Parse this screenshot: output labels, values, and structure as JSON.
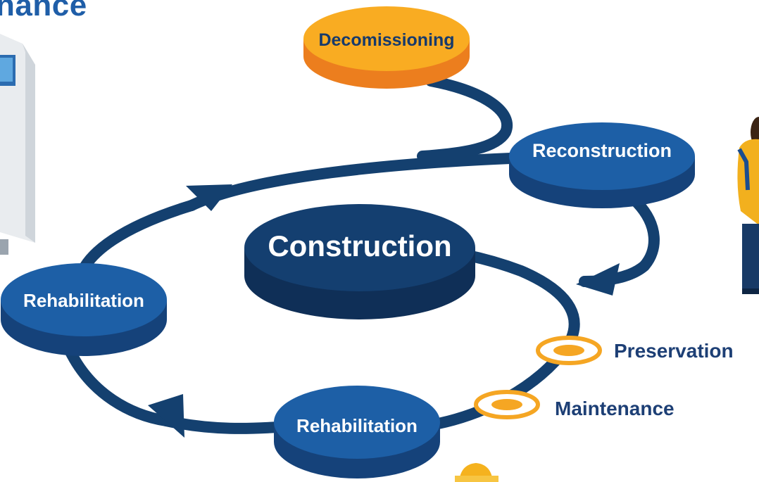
{
  "title_fragment": "nance",
  "nodes": {
    "decommissioning": "Decomissioning",
    "reconstruction": "Reconstruction",
    "construction": "Construction",
    "rehabilitation_left": "Rehabilitation",
    "rehabilitation_bottom": "Rehabilitation"
  },
  "markers": {
    "preservation": "Preservation",
    "maintenance": "Maintenance"
  },
  "colors": {
    "path": "#14406f",
    "node_blue": "#1d5fa6",
    "node_blue_side": "#15427a",
    "node_dark": "#143f70",
    "node_dark_side": "#0f2f57",
    "node_orange": "#f7a823",
    "node_orange_side": "#ec7e1e",
    "marker_ring": "#f5a623",
    "label_text": "#1d3f75"
  }
}
